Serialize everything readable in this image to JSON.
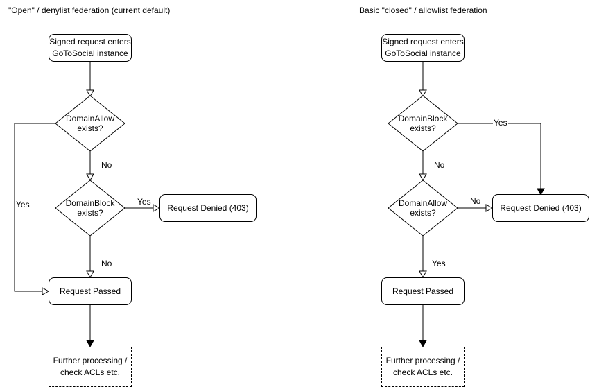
{
  "left_chart": {
    "title": "\"Open\" / denylist federation (current default)",
    "start": {
      "line1": "Signed request enters",
      "line2": "GoToSocial instance"
    },
    "decision1": {
      "line1": "DomainAllow",
      "line2": "exists?",
      "yes_label": "Yes",
      "no_label": "No"
    },
    "decision2": {
      "line1": "DomainBlock",
      "line2": "exists?",
      "yes_label": "Yes",
      "no_label": "No"
    },
    "denied": "Request Denied (403)",
    "passed": "Request Passed",
    "further": {
      "line1": "Further processing /",
      "line2": "check ACLs etc."
    }
  },
  "right_chart": {
    "title": "Basic \"closed\" / allowlist federation",
    "start": {
      "line1": "Signed request enters",
      "line2": "GoToSocial instance"
    },
    "decision1": {
      "line1": "DomainBlock",
      "line2": "exists?",
      "yes_label": "Yes",
      "no_label": "No"
    },
    "decision2": {
      "line1": "DomainAllow",
      "line2": "exists?",
      "yes_label": "Yes",
      "no_label": "No"
    },
    "denied": "Request Denied (403)",
    "passed": "Request Passed",
    "further": {
      "line1": "Further processing /",
      "line2": "check ACLs etc."
    }
  },
  "style": {
    "stroke_color": "#000000",
    "text_color": "#000000",
    "node_fill": "#ffffff",
    "background": "#ffffff"
  }
}
